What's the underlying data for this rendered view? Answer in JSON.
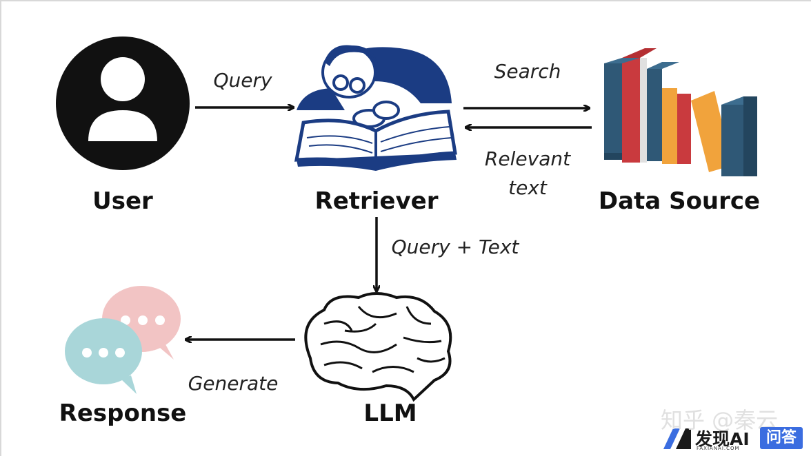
{
  "nodes": {
    "user": "User",
    "retriever": "Retriever",
    "data_source": "Data Source",
    "llm": "LLM",
    "response": "Response"
  },
  "edges": {
    "query": "Query",
    "search": "Search",
    "relevant_text_line1": "Relevant",
    "relevant_text_line2": "text",
    "query_text": "Query + Text",
    "generate": "Generate"
  },
  "watermark": {
    "zhihu": "知乎 @秦云",
    "brand": "发现AI",
    "url": "FAXIANAI.COM",
    "qa": "问答"
  },
  "colors": {
    "retriever_blue": "#1b3c83",
    "bubble_pink": "#f2c4c4",
    "bubble_teal": "#a9d6d9",
    "book_red": "#c93a3e",
    "book_blue": "#2f5876",
    "book_orange": "#f1a33c"
  }
}
